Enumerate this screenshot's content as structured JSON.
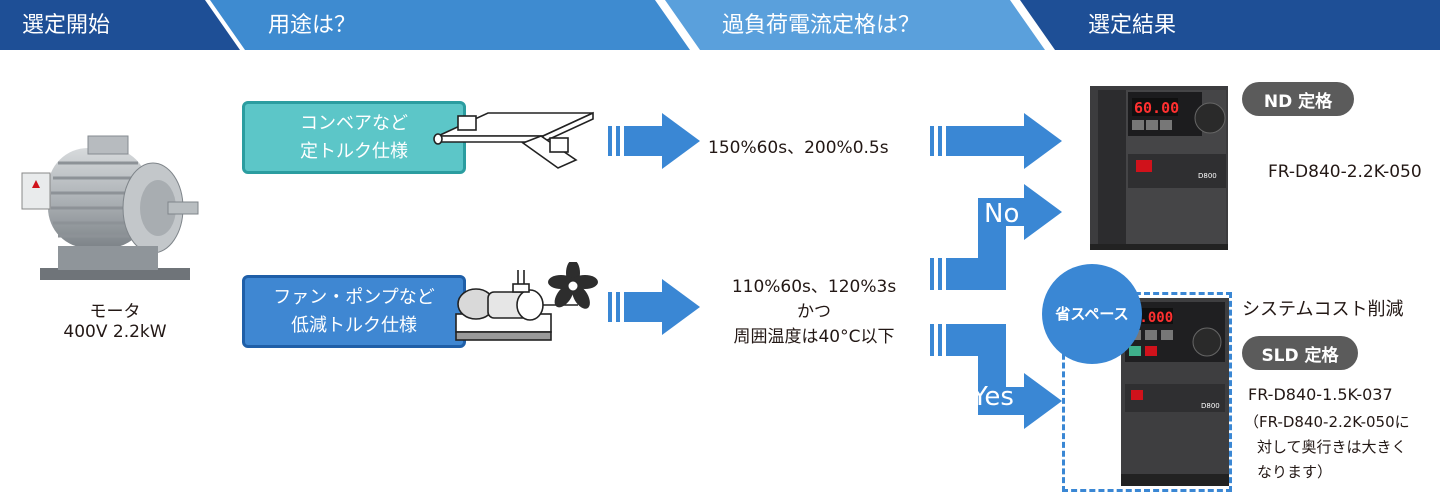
{
  "header": {
    "steps": [
      "選定開始",
      "用途は？",
      "過負荷電流定格は？",
      "選定結果"
    ],
    "colors": [
      "#1e4f96",
      "#3e8bd0",
      "#5aa0dc",
      "#1e4f96"
    ]
  },
  "motor": {
    "label_line1": "モータ",
    "label_line2": "400V 2.2kW"
  },
  "applications": [
    {
      "line1": "コンベアなど",
      "line2": "定トルク仕様",
      "color": "#5cc6c8"
    },
    {
      "line1": "ファン・ポンプなど",
      "line2": "低減トルク仕様",
      "color": "#3f87d2"
    }
  ],
  "ratings": {
    "constant": "150%60s、200%0.5s",
    "reduced_line1": "110%60s、120%3s",
    "reduced_line2": "かつ",
    "reduced_line3": "周囲温度は40°C以下"
  },
  "branches": {
    "no": "No",
    "yes": "Yes"
  },
  "results": {
    "nd_badge": "ND 定格",
    "nd_model": "FR-D840-2.2K-050",
    "space_badge": "省スペース",
    "system_cost": "システムコスト削減",
    "sld_badge": "SLD 定格",
    "sld_model": "FR-D840-1.5K-037",
    "note_line1": "（FR-D840-2.2K-050に",
    "note_line2": "対して奥行きは大きく",
    "note_line3": "なります）"
  },
  "inverter_display": {
    "nd_readout": "60.00",
    "sld_readout": "0.000",
    "model_badge": "D800"
  }
}
